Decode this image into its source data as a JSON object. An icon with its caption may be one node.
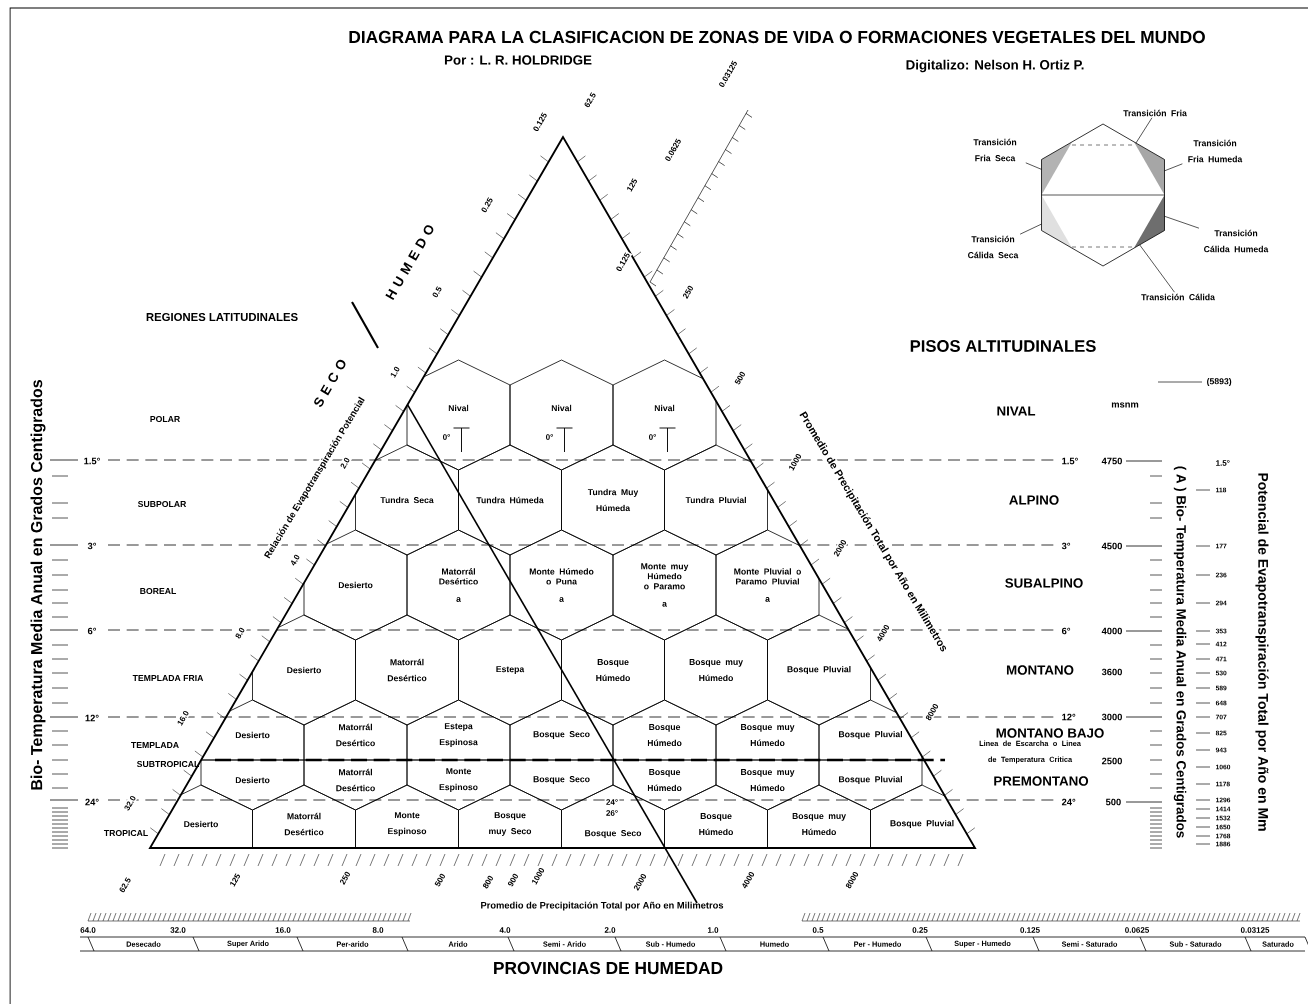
{
  "diagram": {
    "title": "DIAGRAMA PARA LA CLASIFICACION DE ZONAS DE VIDA O FORMACIONES VEGETALES DEL MUNDO",
    "nodes": [
      {
        "text": [
          "Nival"
        ]
      },
      {
        "text": [
          "Nival"
        ]
      },
      {
        "text": [
          "Nival"
        ]
      },
      {
        "text": [
          "Tundra Seca"
        ]
      },
      {
        "text": [
          "Tundra Húmeda"
        ]
      },
      {
        "text": [
          "Tundra Muy Húmeda"
        ]
      },
      {
        "text": [
          "Tundra Pluvial"
        ]
      },
      {
        "text": [
          "Desierto"
        ]
      },
      {
        "text": [
          "Matorrál Desértico",
          "a"
        ]
      },
      {
        "text": [
          "Monte Húmedo o Puna",
          "a"
        ]
      },
      {
        "text": [
          "Monte muy Húmedo o Paramo",
          "a"
        ]
      },
      {
        "text": [
          "Monte Pluvial o Paramo Pluvial",
          "a"
        ]
      },
      {
        "text": [
          "Desierto"
        ]
      },
      {
        "text": [
          "Matorrál Desértico"
        ]
      },
      {
        "text": [
          "Estepa"
        ]
      },
      {
        "text": [
          "Bosque Húmedo"
        ]
      },
      {
        "text": [
          "Bosque muy Húmedo"
        ]
      },
      {
        "text": [
          "Bosque Pluvial"
        ]
      },
      {
        "text": [
          "Desierto"
        ]
      },
      {
        "text": [
          "Matorrál Desértico"
        ]
      },
      {
        "text": [
          "Estepa Espinosa"
        ]
      },
      {
        "text": [
          "Bosque Seco"
        ]
      },
      {
        "text": [
          "Bosque Húmedo"
        ]
      },
      {
        "text": [
          "Bosque muy Húmedo"
        ]
      },
      {
        "text": [
          "Bosque Pluvial"
        ]
      },
      {
        "text": [
          "Desierto"
        ]
      },
      {
        "text": [
          "Matorrál Desértico"
        ]
      },
      {
        "text": [
          "Monte Espinoso"
        ]
      },
      {
        "text": [
          "Bosque Seco"
        ]
      },
      {
        "text": [
          "Bosque Húmedo"
        ]
      },
      {
        "text": [
          "Bosque muy Húmedo"
        ]
      },
      {
        "text": [
          "Bosque Pluvial"
        ]
      },
      {
        "text": [
          "Desierto"
        ]
      },
      {
        "text": [
          "Matorrál Desértico"
        ]
      },
      {
        "text": [
          "Monte Espinoso"
        ]
      },
      {
        "text": [
          "Bosque muy Seco"
        ]
      },
      {
        "text": [
          "Bosque Seco"
        ]
      },
      {
        "text": [
          "Bosque Húmedo"
        ]
      },
      {
        "text": [
          "Bosque muy Húmedo"
        ]
      },
      {
        "text": [
          "Bosque Pluvial"
        ]
      },
      {
        "text": [
          "Transición Fria"
        ]
      },
      {
        "text": [
          "Transición Fria Seca"
        ]
      },
      {
        "text": [
          "Transición Fria Humeda"
        ]
      },
      {
        "text": [
          "Transición Cálida Seca"
        ]
      },
      {
        "text": [
          "Transición Cálida Humeda"
        ]
      },
      {
        "text": [
          "Transición Cálida"
        ]
      },
      {
        "text": [],
        "shape": "hexagon"
      }
    ],
    "edges": [
      {
        "from": 40,
        "to": 46,
        "arrow": "none"
      },
      {
        "from": 41,
        "to": 46,
        "arrow": "none"
      },
      {
        "from": 42,
        "to": 46,
        "arrow": "none"
      },
      {
        "from": 43,
        "to": 46,
        "arrow": "none"
      },
      {
        "from": 44,
        "to": 46,
        "arrow": "none"
      },
      {
        "from": 45,
        "to": 46,
        "arrow": "none"
      }
    ],
    "labels": [
      "Por : L. R. HOLDRIDGE",
      "Digitalizo: Nelson H. Ortiz P.",
      "REGIONES LATITUDINALES",
      "S E C O",
      "H U M E D O",
      "Relación de Evapotranspiración Potencial",
      "Promedio de Precipitación Total por Año en Milimetros",
      "POLAR",
      "SUBPOLAR",
      "BOREAL",
      "TEMPLADA FRIA",
      "TEMPLADA",
      "SUBTROPICAL",
      "TROPICAL",
      "1.5°",
      "3°",
      "6°",
      "12°",
      "24°",
      "0.125",
      "0.25",
      "0.5",
      "1.0",
      "2.0",
      "4.0",
      "8.0",
      "16.0",
      "32.0",
      "62.5",
      "125",
      "250",
      "500",
      "1000",
      "2000",
      "4000",
      "8000",
      "0.03125",
      "0.0625",
      "0.125",
      "0°",
      "0°",
      "0°",
      "24°",
      "26°",
      "62.5",
      "125",
      "250",
      "500",
      "800",
      "900",
      "1000",
      "2000",
      "4000",
      "8000",
      "PISOS ALTITUDINALES",
      "NIVAL",
      "msnm",
      "1.5°",
      "4750",
      "ALPINO",
      "3°",
      "4500",
      "SUBALPINO",
      "6°",
      "4000",
      "MONTANO",
      "3600",
      "12°",
      "3000",
      "MONTANO BAJO",
      "Linea de Escarcha o Linea de Temperatura Critica",
      "2500",
      "PREMONTANO",
      "24°",
      "500",
      "(5893)",
      "( A ) Bio- Temperatura Media Anual en Grados Centigrados",
      "Potencial de Evapotranspiración Total por Año en Mm",
      "1.5°",
      "118",
      "177",
      "236",
      "294",
      "353",
      "412",
      "471",
      "530",
      "589",
      "648",
      "707",
      "825",
      "943",
      "1060",
      "1178",
      "1296",
      "1414",
      "1532",
      "1650",
      "1768",
      "1886",
      "Promedio de Precipitación Total por Año en Milimetros",
      "64.0",
      "32.0",
      "16.0",
      "8.0",
      "4.0",
      "2.0",
      "1.0",
      "0.5",
      "0.25",
      "0.125",
      "0.0625",
      "0.03125",
      "Desecado",
      "Super Arido",
      "Per-arido",
      "Arido",
      "Semi - Arido",
      "Sub - Humedo",
      "Humedo",
      "Per - Humedo",
      "Super - Humedo",
      "Semi - Saturado",
      "Sub - Saturado",
      "Saturado",
      "PROVINCIAS DE HUMEDAD",
      "Bio- Temperatura Media Anual en Grados Centigrados"
    ]
  }
}
